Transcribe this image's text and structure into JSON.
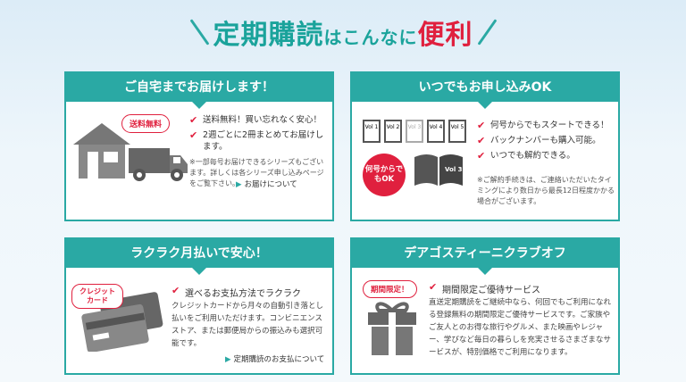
{
  "heading": {
    "part1": "定期購読",
    "part2": "はこんなに",
    "part3": "便利"
  },
  "cards": [
    {
      "title": "ご自宅までお届けします！",
      "badge": "送料無料",
      "points": [
        "送料無料！買い忘れなく安心！",
        "2週ごとに2冊まとめてお届けします。"
      ],
      "note": "※一部毎号お届けできるシリーズもございます。詳しくは各シリーズ申し込みページをご覧下さい。",
      "link": "お届けについて"
    },
    {
      "title": "いつでもお申し込みOK",
      "badge": "何号からでもOK",
      "vols": [
        "Vol 1",
        "Vol 2",
        "Vol 3",
        "Vol 4",
        "Vol 5"
      ],
      "book_vol": "Vol 3",
      "points": [
        "何号からでもスタートできる！",
        "バックナンバーも購入可能。",
        "いつでも解約できる。"
      ],
      "note": "※ご解約手続きは、ご連絡いただいたタイミングにより数日から最長12日程度かかる場合がございます。"
    },
    {
      "title": "ラクラク月払いで安心！",
      "badge": "クレジットカード",
      "sub_title": "選べるお支払方法でラクラク",
      "body": "クレジットカードから月々の自動引き落とし払いをご利用いただけます。コンビニエンスストア、または郵便局からの振込みも選択可能です。",
      "link": "定期購読のお支払について"
    },
    {
      "title": "デアゴスティーニクラブオフ",
      "badge": "期間限定！",
      "sub_title": "期間限定ご優待サービス",
      "body": "直送定期購読をご継続中なら、何回でもご利用になれる登録無料の期間限定ご優待サービスです。ご家族やご友人とのお得な旅行やグルメ、また映画やレジャー、学びなど毎日の暮らしを充実させるさまざまなサービスが、特別価格でご利用になります。"
    }
  ],
  "colors": {
    "teal": "#2aa9a4",
    "red": "#e0203e",
    "gray_icon": "#777777"
  },
  "icons": {
    "check": "check-icon",
    "house": "house-icon",
    "truck": "truck-icon",
    "books": "books-icon",
    "card": "credit-card-icon",
    "gift": "gift-icon"
  }
}
